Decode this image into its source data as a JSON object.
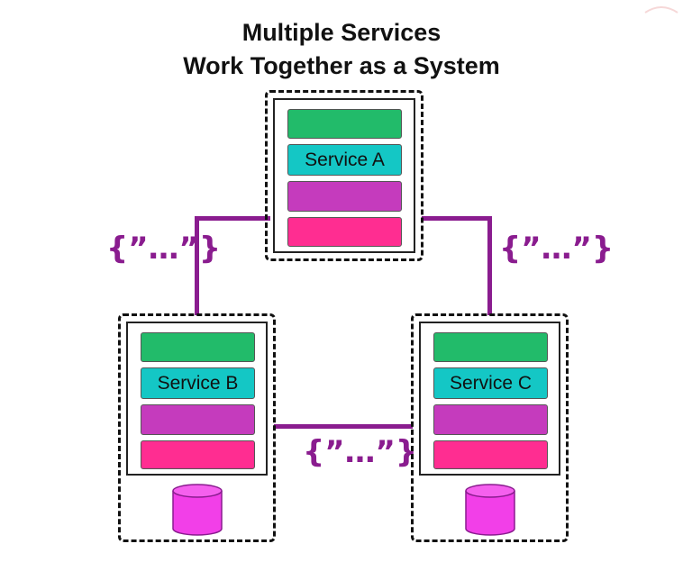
{
  "title": {
    "line1": "Multiple Services",
    "line2": "Work Together  as a System"
  },
  "services": {
    "a": {
      "label": "Service A"
    },
    "b": {
      "label": "Service B"
    },
    "c": {
      "label": "Service C"
    }
  },
  "payloads": {
    "left": "{”…”}",
    "right": "{”…”}",
    "bottom": "{”…”}"
  },
  "colors": {
    "layer_top": "#22bb6a",
    "layer_service": "#14c7c5",
    "layer_third": "#c53bbd",
    "layer_bottom": "#ff2d91",
    "connector": "#8a1c8f",
    "database": "#f23fe8"
  }
}
